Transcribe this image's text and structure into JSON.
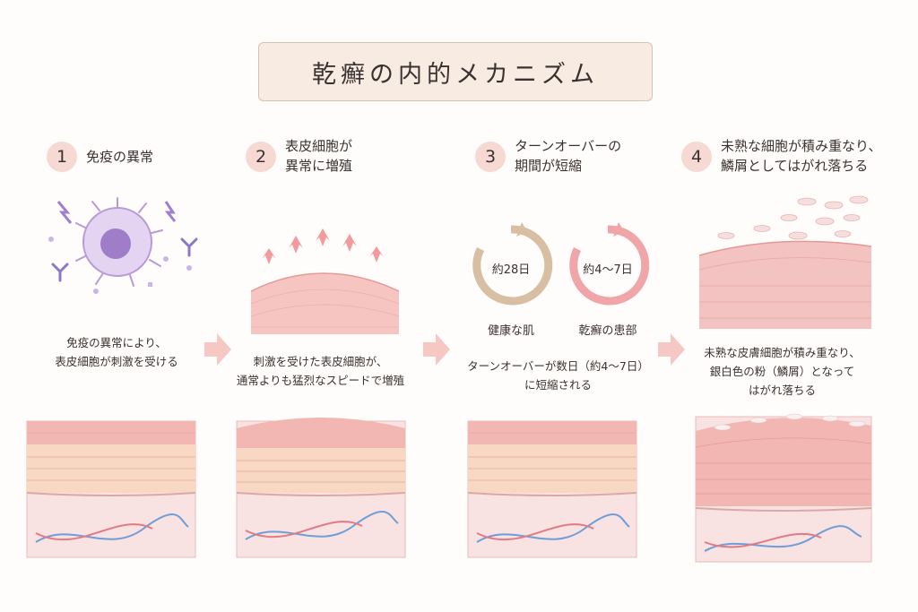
{
  "title": "乾癬の内的メカニズム",
  "steps": [
    {
      "number": "1",
      "title_lines": [
        "免疫の異常"
      ],
      "caption_lines": [
        "免疫の異常により、",
        "表皮細胞が刺激を受ける"
      ]
    },
    {
      "number": "2",
      "title_lines": [
        "表皮細胞が",
        "異常に増殖"
      ],
      "caption_lines": [
        "刺激を受けた表皮細胞が、",
        "通常よりも猛烈なスピードで増殖"
      ]
    },
    {
      "number": "3",
      "title_lines": [
        "ターンオーバーの",
        "期間が短縮"
      ],
      "caption_lines": [
        "ターンオーバーが数日（約4～7日）",
        "に短縮される"
      ]
    },
    {
      "number": "4",
      "title_lines": [
        "未熟な細胞が積み重なり、",
        "鱗屑としてはがれ落ちる"
      ],
      "caption_lines": [
        "未熟な皮膚細胞が積み重なり、",
        "銀白色の粉（鱗屑）となって",
        "はがれ落ちる"
      ]
    }
  ],
  "cycles": [
    {
      "label": "約28日",
      "caption": "健康な肌",
      "color": "#d8bfa3"
    },
    {
      "label": "約4～7日",
      "caption": "乾癬の患部",
      "color": "#f0a6a8"
    }
  ],
  "colors": {
    "title_bg": "#f8ece2",
    "number_bg": "#f6d9d2",
    "arrow": "#f6c8c4",
    "immune_cell": "#b89ad8",
    "skin_top": "#f3b7b3",
    "skin_mid": "#f8d8c2",
    "dermis": "#f9dede",
    "vessel_red": "#e07b86",
    "vessel_blue": "#6e9ed8"
  },
  "icons": [
    "lightning-icon",
    "antibody-icon",
    "immune-cell-icon",
    "up-arrow-icon",
    "cycle-arrow-icon",
    "skin-cross-section",
    "scale-flake"
  ]
}
